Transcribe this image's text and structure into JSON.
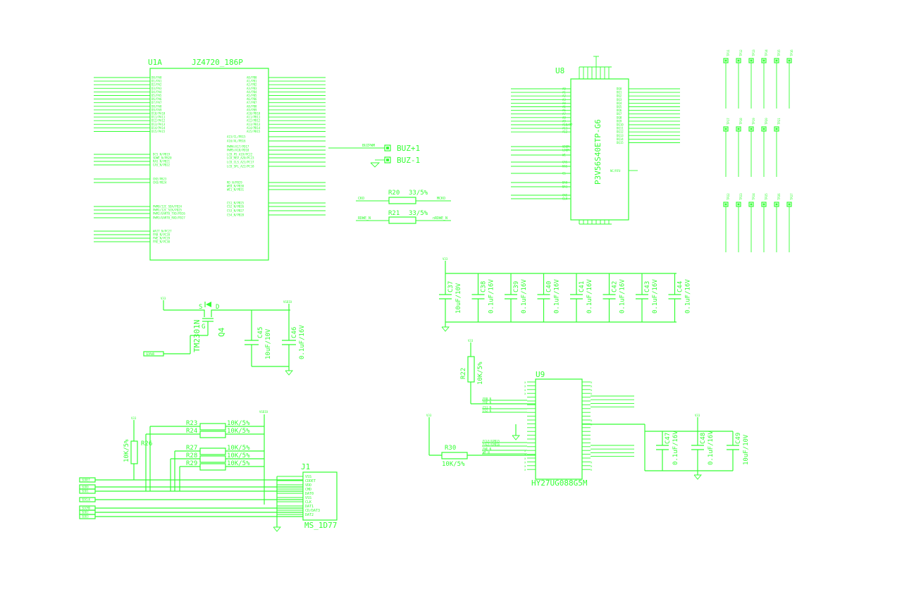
{
  "u1": {
    "ref": "U1A",
    "part": "JZ4720_186P",
    "left_pins": [
      "D0/PA0",
      "D1/PA1",
      "D2/PA2",
      "D3/PA3",
      "D4/PA4",
      "D5/PA5",
      "D6/PA6",
      "D7/PA7",
      "D8/PA8",
      "D9/PA9",
      "D10/PA10",
      "D11/PA11",
      "D12/PA12",
      "D13/PA13",
      "D14/PA14",
      "D15/PA15"
    ],
    "right_pins": [
      "A0/PB0",
      "A1/PB1",
      "A2/PB2",
      "A3/PB3",
      "A4/PB4",
      "A5/PB5",
      "A6/PB6",
      "A7/PB7",
      "A8/PB8",
      "A9/PB9",
      "A10/PB10",
      "A11/PB11",
      "A12/PB12",
      "A13/PB13",
      "A14/PB14",
      "A15/PB15"
    ],
    "ctrl_left": [
      "DCS_N/PB19",
      "SDWE_N/PB20",
      "RAS_N/PB21",
      "CAS_N/PB22",
      "CKE/PB23",
      "CKO/PB24",
      "PWM0/I2C_SDA/PD24",
      "PWM1/I2C_SCK/PD25",
      "PWM2/UART0_TXD/PD26",
      "PWM3/UART0_RXD/PD27",
      "WAIT_N/PC27",
      "FRB_N/PC28",
      "FWE_N/PC29",
      "FRE_N/PC30"
    ],
    "ctrl_right": [
      "A15/CL/PB15",
      "A16/AL/PB16",
      "PWM4/A17/PD17",
      "PWM5/A18/PD18",
      "LCD_PS_A19/PC22",
      "LCD_REV_A20/PC23",
      "LCD_CLS_A21/PC17",
      "LCD_SPL_A22/PC18",
      "RD_N/PB29",
      "WE0_N/PB30",
      "WE1_N/PB31",
      "CS1_N/PB25",
      "CS2_N/PB26",
      "CS3_N/PB27",
      "CS4_N/PB28"
    ]
  },
  "buzzer": {
    "net": "BUZPWM",
    "plus": "BUZ+1",
    "minus": "BUZ-1"
  },
  "resistors_top": [
    {
      "ref": "R20",
      "value": "33/5%",
      "left_net": "CKO",
      "right_net": "MCKO"
    },
    {
      "ref": "R21",
      "value": "33/5%",
      "left_net": "RDWE_N",
      "right_net": "nRDWE_N"
    }
  ],
  "u8": {
    "ref": "U8",
    "part": "P3V56S40ETP-G6",
    "addr_pins": [
      "A0",
      "A1",
      "A2",
      "A3",
      "A4",
      "A5",
      "A6",
      "A7",
      "A8",
      "A9",
      "A10/AP",
      "A11",
      "A12"
    ],
    "data_pins": [
      "DQ0",
      "DQ1",
      "DQ2",
      "DQ3",
      "DQ4",
      "DQ5",
      "DQ6",
      "DQ7",
      "DQ8",
      "DQ9",
      "DQ10",
      "DQ11",
      "DQ12",
      "DQ13",
      "DQ14",
      "DQ15"
    ],
    "ctrl_pins": [
      "UDQM",
      "LDQM",
      "WE",
      "CAS",
      "RAS",
      "CS",
      "BA0",
      "BA1",
      "CKE",
      "CLK"
    ],
    "nc": "NC/RFU"
  },
  "testpoints": {
    "row1": [
      "TP11",
      "TP12",
      "TP13",
      "TP14",
      "TP15",
      "TP16"
    ],
    "row2": [
      "TP17",
      "TP18",
      "TP19",
      "TP20",
      "TP21"
    ],
    "row3": [
      "TP22",
      "TP23",
      "TP24",
      "TP25",
      "TP26",
      "TP27"
    ]
  },
  "decoupling": [
    {
      "ref": "C37",
      "value": "10uF/10V"
    },
    {
      "ref": "C38",
      "value": "0.1uF/16V"
    },
    {
      "ref": "C39",
      "value": "0.1uF/16V"
    },
    {
      "ref": "C40",
      "value": "0.1uF/16V"
    },
    {
      "ref": "C41",
      "value": "0.1uF/16V"
    },
    {
      "ref": "C42",
      "value": "0.1uF/16V"
    },
    {
      "ref": "C43",
      "value": "0.1uF/16V"
    },
    {
      "ref": "C44",
      "value": "0.1uF/16V"
    }
  ],
  "power_switch": {
    "q_ref": "Q4",
    "q_part": "TM2301N",
    "pins": {
      "s": "S",
      "g": "G",
      "d": "D"
    },
    "input_net": "SDPWR",
    "out_net": "VSDIO",
    "caps": [
      {
        "ref": "C45",
        "value": "10uF/10V"
      },
      {
        "ref": "C46",
        "value": "0.1uF/16V"
      }
    ]
  },
  "sd_resistors": [
    {
      "ref": "R23",
      "value": "10K/5%"
    },
    {
      "ref": "R24",
      "value": "10K/5%"
    },
    {
      "ref": "R27",
      "value": "10K/5%"
    },
    {
      "ref": "R28",
      "value": "10K/5%"
    },
    {
      "ref": "R29",
      "value": "10K/5%"
    },
    {
      "ref": "R26",
      "value": "10K/5%"
    }
  ],
  "sd_nets": [
    "SDDET",
    "SDD0",
    "SDD1",
    "SDCLK",
    "SDCMD",
    "SDD2",
    "SDD3"
  ],
  "j1": {
    "ref": "J1",
    "part": "MS_1D77",
    "pins": [
      "VSS",
      "CDDET",
      "VDD",
      "CMD",
      "DAT0",
      "VSS",
      "CLK",
      "DAT1",
      "CD/DAT3",
      "DAT2"
    ]
  },
  "u9": {
    "ref": "U9",
    "part": "HY27UG088G5M",
    "r22": {
      "ref": "R22",
      "value": "10K/5%"
    },
    "r30": {
      "ref": "R30",
      "value": "10K/5%"
    },
    "left_nets": [
      "FRB_N",
      "FRE_N",
      "CS1_N",
      "CS2_N",
      "FCLE/GPB15",
      "FALE/GPB16",
      "FWE_N",
      "WP_N"
    ],
    "caps": [
      {
        "ref": "C47",
        "value": "0.1uF/16V"
      },
      {
        "ref": "C48",
        "value": "0.1uF/16V"
      },
      {
        "ref": "C49",
        "value": "10uF/10V"
      }
    ]
  }
}
